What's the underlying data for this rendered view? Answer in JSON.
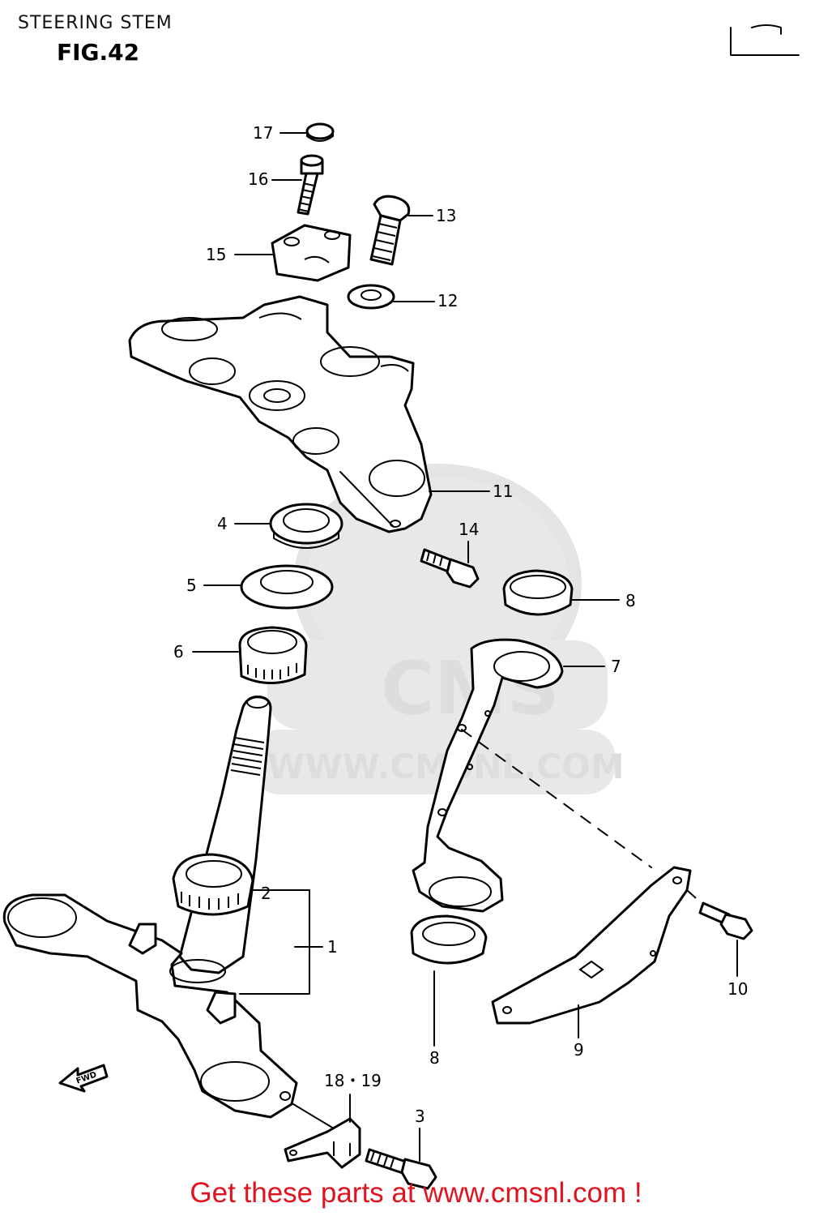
{
  "header": {
    "title": "STEERING STEM",
    "figure": "FIG.42"
  },
  "watermark": {
    "brand": "CMS",
    "url": "WWW.CMSNL.COM"
  },
  "fwd_label": "FWD",
  "callouts": [
    {
      "id": "17",
      "label": "17"
    },
    {
      "id": "16",
      "label": "16"
    },
    {
      "id": "13",
      "label": "13"
    },
    {
      "id": "15",
      "label": "15"
    },
    {
      "id": "12",
      "label": "12"
    },
    {
      "id": "11",
      "label": "11"
    },
    {
      "id": "4",
      "label": "4"
    },
    {
      "id": "14",
      "label": "14"
    },
    {
      "id": "5",
      "label": "5"
    },
    {
      "id": "8a",
      "label": "8"
    },
    {
      "id": "6",
      "label": "6"
    },
    {
      "id": "7",
      "label": "7"
    },
    {
      "id": "2",
      "label": "2"
    },
    {
      "id": "1",
      "label": "1"
    },
    {
      "id": "10",
      "label": "10"
    },
    {
      "id": "8b",
      "label": "8"
    },
    {
      "id": "9",
      "label": "9"
    },
    {
      "id": "18-19",
      "label": "18・19"
    },
    {
      "id": "3",
      "label": "3"
    }
  ],
  "footer": "Get these parts at www.cmsnl.com !",
  "colors": {
    "line": "#000000",
    "footer_text": "#e0141e",
    "watermark": "#e0e0e0"
  }
}
